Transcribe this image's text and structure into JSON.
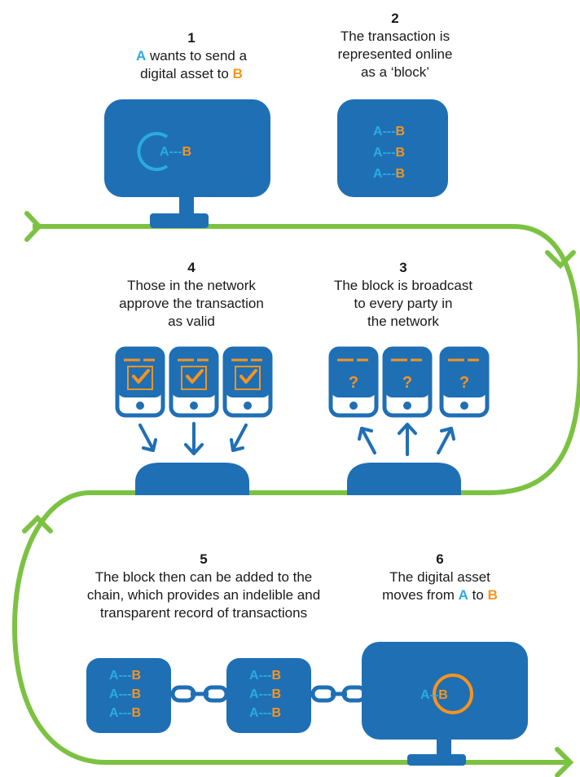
{
  "colors": {
    "primary_blue": "#1f6fb5",
    "light_blue": "#29abe2",
    "orange": "#f7941d",
    "green": "#7cc242"
  },
  "steps": [
    {
      "num": "1",
      "line1_pre": "A",
      "line1_rest": " wants to send a",
      "line2_pre": "digital asset to ",
      "line2_b": "B"
    },
    {
      "num": "2",
      "lines": [
        "The transaction is",
        "represented online",
        "as a ‘block’"
      ]
    },
    {
      "num": "3",
      "lines": [
        "The block is broadcast",
        "to every party in",
        "the network"
      ]
    },
    {
      "num": "4",
      "lines": [
        "Those in the network",
        "approve the transaction",
        "as valid"
      ]
    },
    {
      "num": "5",
      "lines": [
        "The block then can be added to the",
        "chain, which provides an indelible and",
        "transparent record of transactions"
      ]
    },
    {
      "num": "6",
      "line1": "The digital asset",
      "line2_pre": "moves from ",
      "line2_a": "A",
      "line2_mid": " to ",
      "line2_b": "B"
    }
  ],
  "block_label": {
    "a": "A",
    "dashes": "---",
    "b": "B"
  },
  "monitor6_label": {
    "a": "A",
    "dashes": "--",
    "b": "B"
  },
  "icons": {
    "check": "check-icon",
    "question": "question-mark-icon"
  },
  "question_mark": "?"
}
